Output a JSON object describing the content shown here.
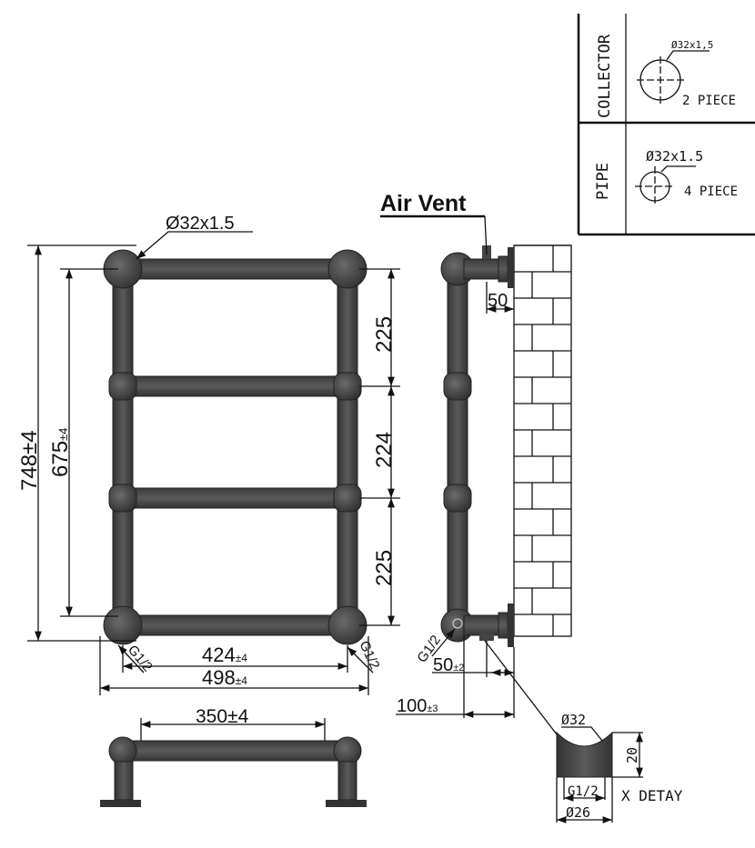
{
  "table": {
    "collector_label": "COLLECTOR",
    "collector_dim": "Ø32x1,5",
    "collector_qty": "2 PIECE",
    "pipe_label": "PIPE",
    "pipe_dim": "Ø32x1.5",
    "pipe_qty": "4 PIECE"
  },
  "front": {
    "pipe_dim": "Ø32x1.5",
    "height_total": "748±4",
    "height_inner": "675",
    "height_inner_tol": "±4",
    "spacing_top": "225",
    "spacing_mid": "224",
    "spacing_bottom": "225",
    "width_inner": "424",
    "width_inner_tol": "±4",
    "width_total": "498",
    "width_total_tol": "±4",
    "thread_left": "G1/2",
    "thread_right": "G1/2"
  },
  "side": {
    "air_vent": "Air Vent",
    "top_offset": "50",
    "thread": "G1/2",
    "offset_50": "50",
    "offset_50_tol": "±2",
    "offset_100": "100",
    "offset_100_tol": "±3"
  },
  "bottom": {
    "width": "350±4"
  },
  "detail": {
    "dia_top": "Ø32",
    "height": "20",
    "thread": "G1/2",
    "dia_bottom": "Ø26",
    "label": "X DETAY"
  }
}
